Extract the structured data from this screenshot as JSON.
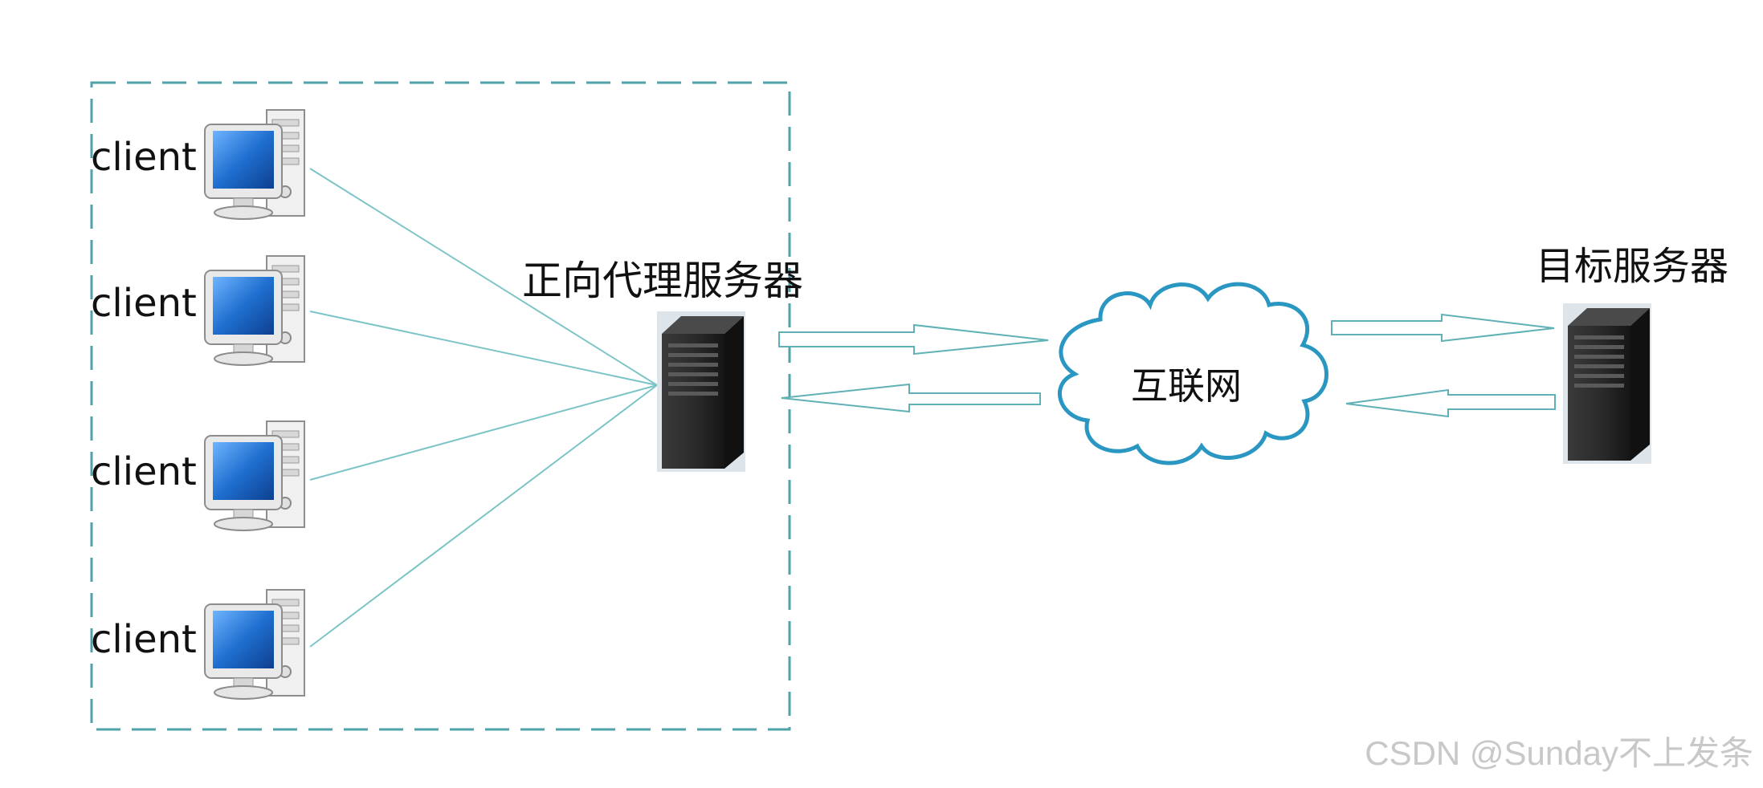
{
  "clients": [
    {
      "label": "client"
    },
    {
      "label": "client"
    },
    {
      "label": "client"
    },
    {
      "label": "client"
    }
  ],
  "proxy": {
    "label": "正向代理服务器"
  },
  "internet": {
    "label": "互联网"
  },
  "target": {
    "label": "目标服务器"
  },
  "watermark": "CSDN @Sunday不上发条",
  "colors": {
    "box_border": "#4fa3a8",
    "lines": "#7cc4c7",
    "cloud": "#2a97c2",
    "server_body": "#2b2b2b",
    "monitor_screen": "#1f6fd0"
  },
  "icons": {
    "client": "desktop-computer-icon",
    "proxy": "server-tower-icon",
    "target": "server-tower-icon",
    "internet": "cloud-icon"
  }
}
